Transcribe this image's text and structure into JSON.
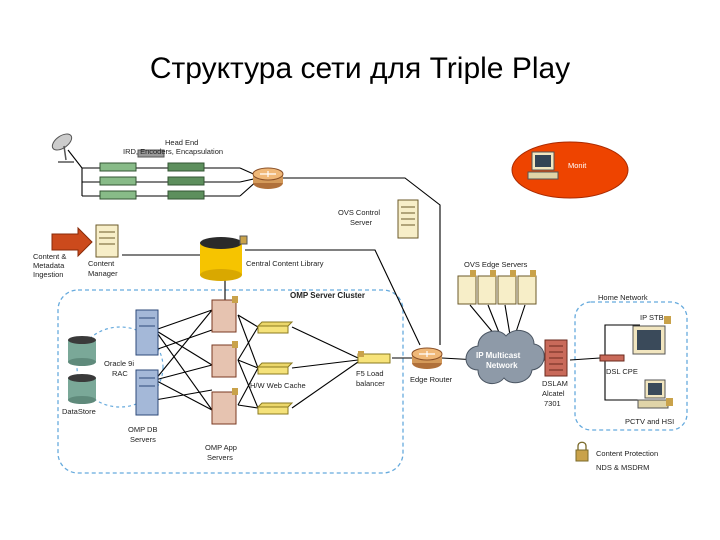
{
  "title": "Структура сети для Triple Play",
  "labels": {
    "head_end_1": "Head End",
    "head_end_2": "IRD, Encoders, Encapsulation",
    "content_in_1": "Content &",
    "content_in_2": "Metadata",
    "content_in_3": "Ingestion",
    "cm_1": "Content",
    "cm_2": "Manager",
    "ccl": "Central Content Library",
    "ovs_ctrl_1": "OVS Control",
    "ovs_ctrl_2": "Server",
    "ovs_edge": "OVS Edge Servers",
    "monit": "Monit",
    "omp_cluster": "OMP Server Cluster",
    "oracle_1": "Oracle 9i",
    "oracle_2": "RAC",
    "datastore": "DataStore",
    "omp_db_1": "OMP DB",
    "omp_db_2": "Servers",
    "omp_app_1": "OMP App",
    "omp_app_2": "Servers",
    "hw_cache": "H/W Web Cache",
    "f5_1": "F5 Load",
    "f5_2": "balancer",
    "edge_router": "Edge Router",
    "ipm_1": "IP Multicast",
    "ipm_2": "Network",
    "dslam_1": "DSLAM",
    "dslam_2": "Alcatel",
    "dslam_3": "7301",
    "home_net": "Home Network",
    "ip_stb": "IP STB",
    "dsl_cpe": "DSL CPE",
    "pctv": "PCTV and HSI",
    "cp_1": "Content Protection",
    "cp_2": "NDS & MSDRM"
  }
}
